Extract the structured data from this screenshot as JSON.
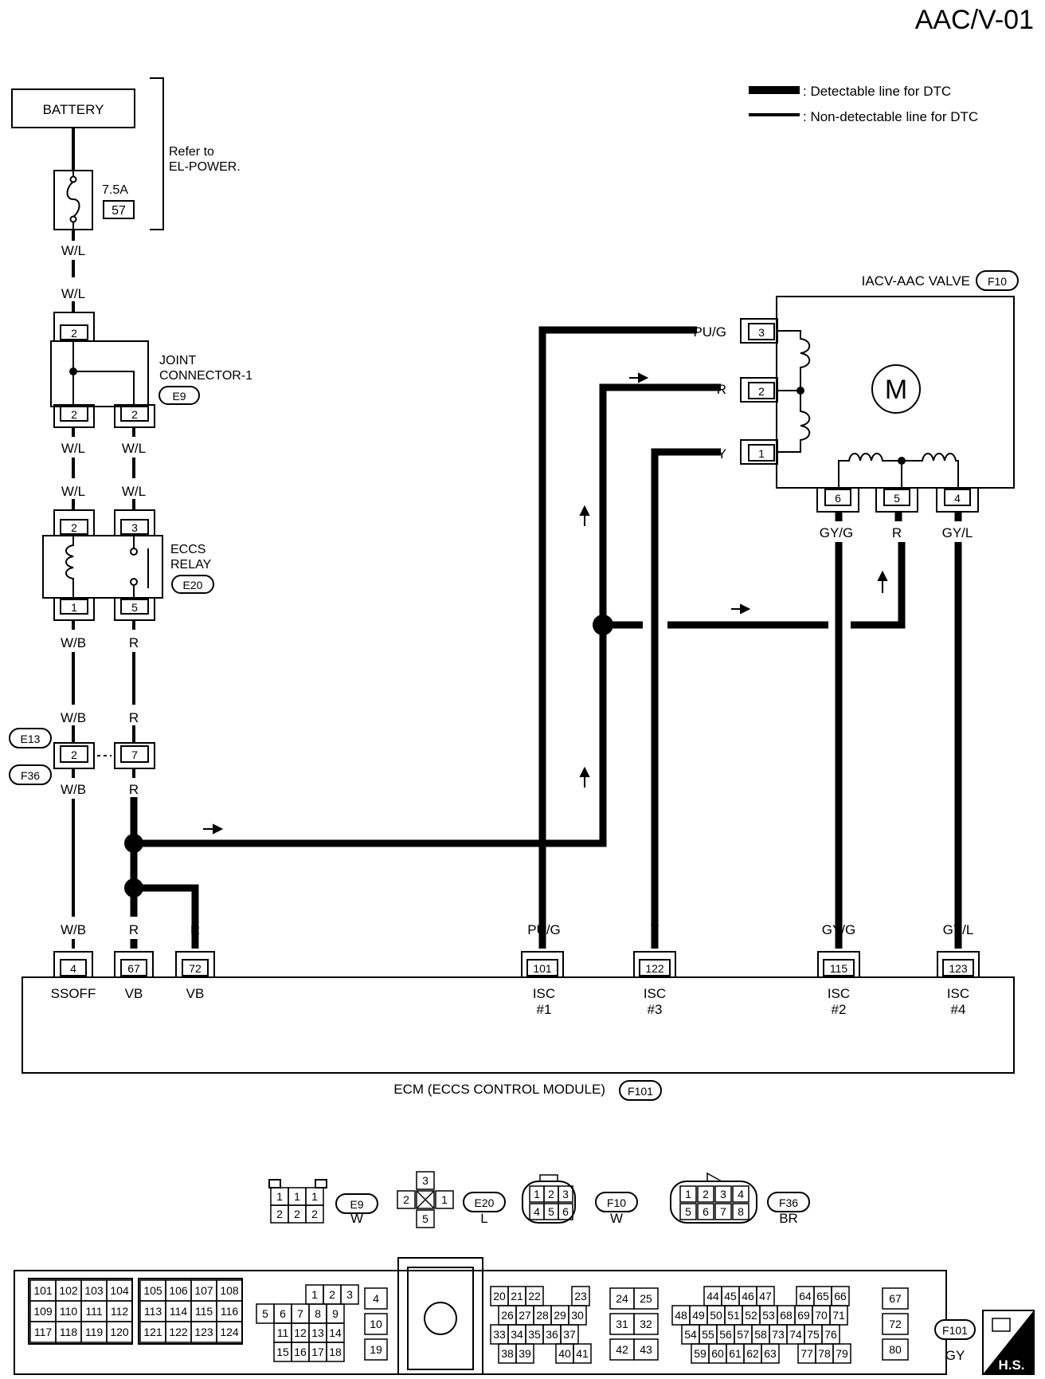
{
  "diagram_code": "AAC/V-01",
  "legend": {
    "detectable": ": Detectable line for DTC",
    "non_detectable": ": Non-detectable line for DTC"
  },
  "battery": "BATTERY",
  "refer": {
    "line1": "Refer to",
    "line2": "EL-POWER."
  },
  "fuse": {
    "rating": "7.5A",
    "number": "57"
  },
  "joint_connector": {
    "name1": "JOINT",
    "name2": "CONNECTOR-1",
    "id": "E9"
  },
  "eccs_relay": {
    "name1": "ECCS",
    "name2": "RELAY",
    "id": "E20"
  },
  "iacv": {
    "name": "IACV-AAC VALVE",
    "id": "F10",
    "motor": "M"
  },
  "harness_ids": {
    "top": "E13",
    "bottom": "F36"
  },
  "ecm": {
    "name": "ECM (ECCS CONTROL MODULE)",
    "id": "F101"
  },
  "wires": {
    "w_l": "W/L",
    "w_b": "W/B",
    "r": "R",
    "pu_g": "PU/G",
    "y": "Y",
    "gy_g": "GY/G",
    "gy_l": "GY/L"
  },
  "pins": {
    "p2": "2",
    "p3": "3",
    "p1": "1",
    "p5": "5",
    "p7": "7",
    "p6": "6",
    "p4": "4",
    "e4": "4",
    "e67": "67",
    "e72": "72",
    "e101": "101",
    "e122": "122",
    "e115": "115",
    "e123": "123"
  },
  "ecm_terms": {
    "ssoff": "SSOFF",
    "vb": "VB",
    "isc": "ISC",
    "n1": "#1",
    "n2": "#2",
    "n3": "#3",
    "n4": "#4"
  },
  "connector_views": {
    "e9": {
      "id": "E9",
      "color": "W",
      "pins": [
        "1",
        "1",
        "1",
        "2",
        "2",
        "2"
      ]
    },
    "e20": {
      "id": "E20",
      "color": "L",
      "pins": [
        "3",
        "2",
        "1",
        "5"
      ]
    },
    "f10": {
      "id": "F10",
      "color": "W",
      "pins": [
        "1",
        "2",
        "3",
        "4",
        "5",
        "6"
      ]
    },
    "f36": {
      "id": "F36",
      "color": "BR",
      "pins": [
        "1",
        "2",
        "3",
        "4",
        "5",
        "6",
        "7",
        "8"
      ]
    },
    "f101": {
      "id": "F101",
      "color": "GY"
    }
  },
  "ecm_face": {
    "g1": [
      [
        "101",
        "102",
        "103",
        "104"
      ],
      [
        "109",
        "110",
        "111",
        "112"
      ],
      [
        "117",
        "118",
        "119",
        "120"
      ]
    ],
    "g2": [
      [
        "105",
        "106",
        "107",
        "108"
      ],
      [
        "113",
        "114",
        "115",
        "116"
      ],
      [
        "121",
        "122",
        "123",
        "124"
      ]
    ],
    "g3": [
      [
        "1",
        "2",
        "3"
      ],
      [
        "5",
        "6",
        "7",
        "8",
        "9"
      ],
      [
        "11",
        "12",
        "13",
        "14"
      ],
      [
        "15",
        "16",
        "17",
        "18"
      ]
    ],
    "g4": [
      "4",
      "10",
      "19"
    ],
    "g5": [
      [
        "20",
        "21",
        "22",
        "23"
      ],
      [
        "26",
        "27",
        "28",
        "29",
        "30"
      ],
      [
        "33",
        "34",
        "35",
        "36",
        "37"
      ],
      [
        "38",
        "39",
        "40",
        "41"
      ]
    ],
    "g6": [
      [
        "24",
        "25"
      ],
      [
        "31",
        "32"
      ],
      [
        "42",
        "43"
      ]
    ],
    "g7": [
      [
        "44",
        "45",
        "46",
        "47",
        "64",
        "65",
        "66"
      ],
      [
        "48",
        "49",
        "50",
        "51",
        "52",
        "53",
        "68",
        "69",
        "70",
        "71"
      ],
      [
        "54",
        "55",
        "56",
        "57",
        "58",
        "73",
        "74",
        "75",
        "76"
      ],
      [
        "59",
        "60",
        "61",
        "62",
        "63",
        "77",
        "78",
        "79"
      ]
    ],
    "g8": [
      "67",
      "72",
      "80"
    ]
  },
  "hs_badge": "H.S."
}
